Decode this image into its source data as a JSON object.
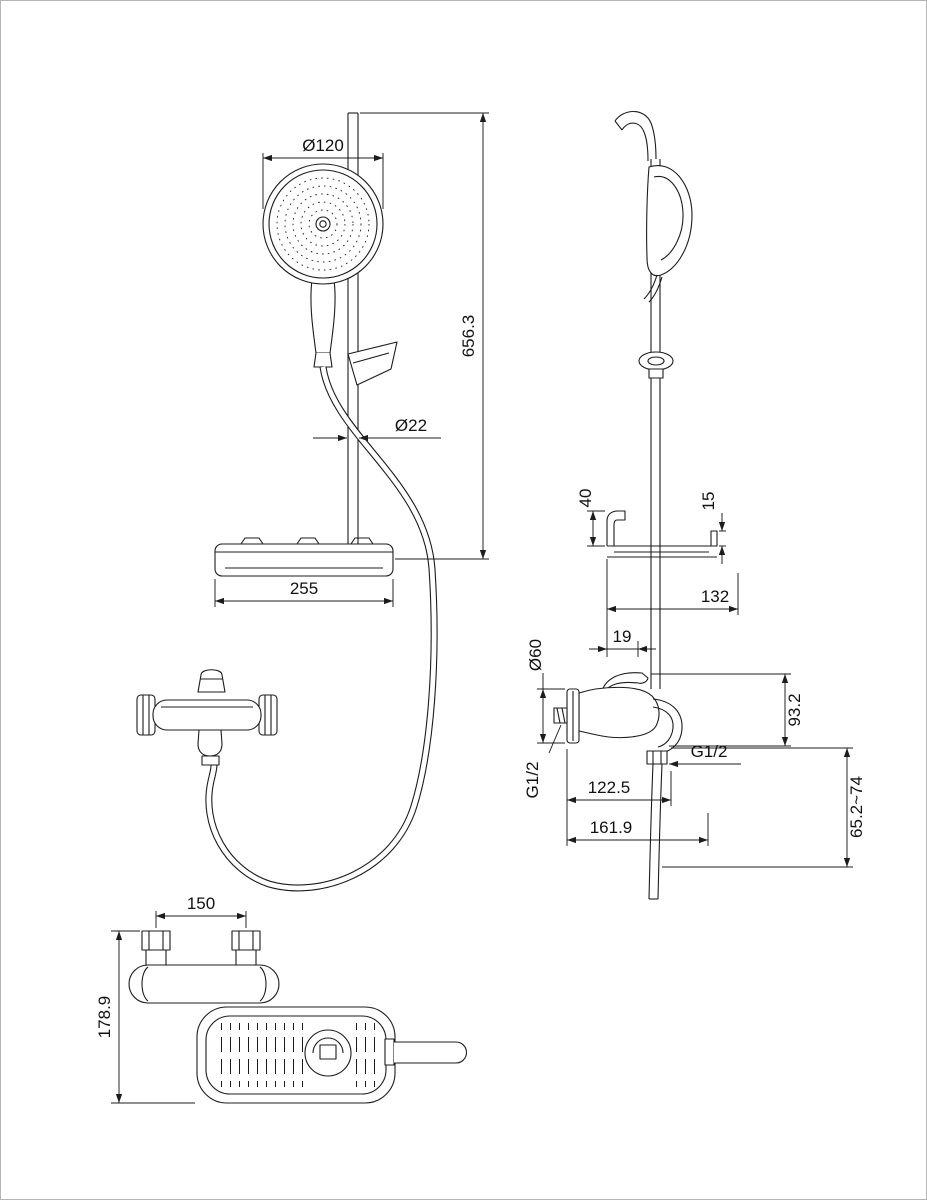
{
  "page": {
    "background": "#ffffff",
    "line_color": "#1c1c1c"
  },
  "views": {
    "front": {
      "dims": {
        "head_diameter": "Ø120",
        "overall_height": "656.3",
        "bar_diameter": "Ø22",
        "shelf_width": "255"
      }
    },
    "side": {
      "dims": {
        "shelf_hook_height": "40",
        "shelf_lip_height": "15",
        "shelf_depth": "132",
        "bar_offset": "19",
        "escutcheon_diameter": "Ø60",
        "mixer_height": "93.2",
        "inlet_thread": "G1/2",
        "outlet_thread": "G1/2",
        "spout_reach": "122.5",
        "overall_reach": "161.9",
        "hose_drop_range": "65.2~74"
      }
    },
    "bottom": {
      "dims": {
        "inlet_spacing": "150",
        "overall_depth": "178.9"
      }
    }
  }
}
